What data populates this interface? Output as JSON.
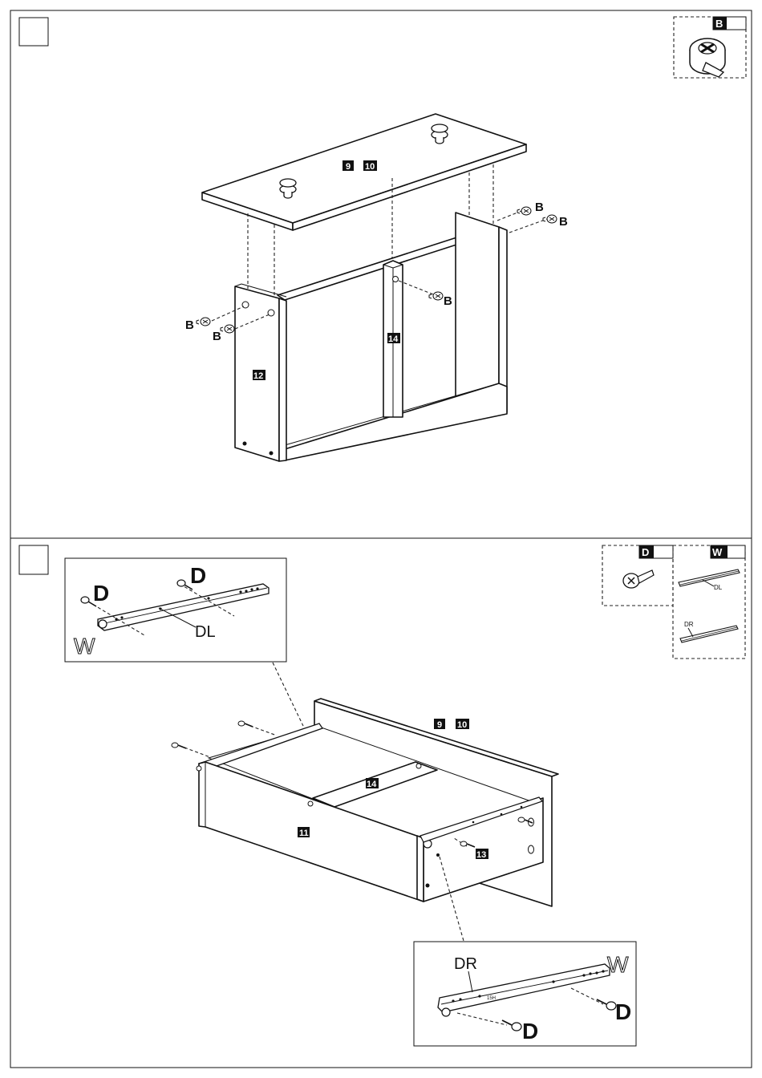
{
  "step1": {
    "parts_box": {
      "letter": "B"
    },
    "part_numbers": {
      "top_a": "9",
      "top_b": "10",
      "side": "12",
      "divider": "14"
    },
    "fastener_labels": {
      "b1": "B",
      "b2": "B",
      "b3": "B",
      "b4": "B",
      "b5": "B"
    }
  },
  "step2": {
    "parts_box_d": {
      "letter": "D"
    },
    "parts_box_w": {
      "letter": "W",
      "rail_left": "DL",
      "rail_right": "DR"
    },
    "part_numbers": {
      "top_a": "9",
      "top_b": "10",
      "divider": "14",
      "front": "11",
      "slide": "13"
    },
    "detail_left": {
      "screw_a": "D",
      "screw_b": "D",
      "rail": "DL",
      "kit": "W"
    },
    "detail_right": {
      "rail": "DR",
      "kit": "W",
      "screw_a": "D",
      "screw_b": "D",
      "rail_stamp": "15H"
    }
  }
}
